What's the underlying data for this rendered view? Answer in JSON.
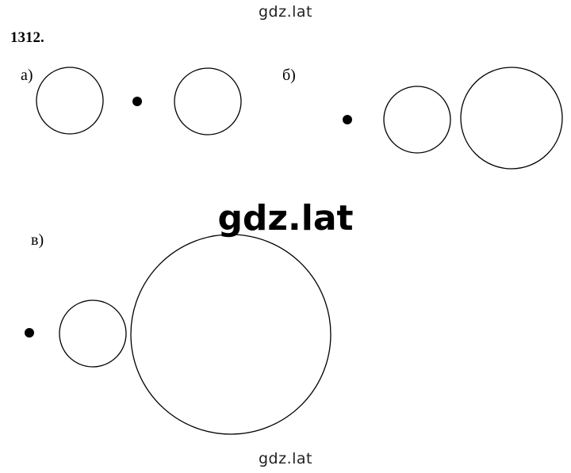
{
  "watermark": {
    "top": "gdz.lat",
    "center": "gdz.lat",
    "bottom": "gdz.lat"
  },
  "problem": {
    "number": "1312.",
    "parts": [
      {
        "label": "а)"
      },
      {
        "label": "б)"
      },
      {
        "label": "в)"
      }
    ]
  },
  "colors": {
    "ink": "#000000",
    "background": "#ffffff"
  }
}
